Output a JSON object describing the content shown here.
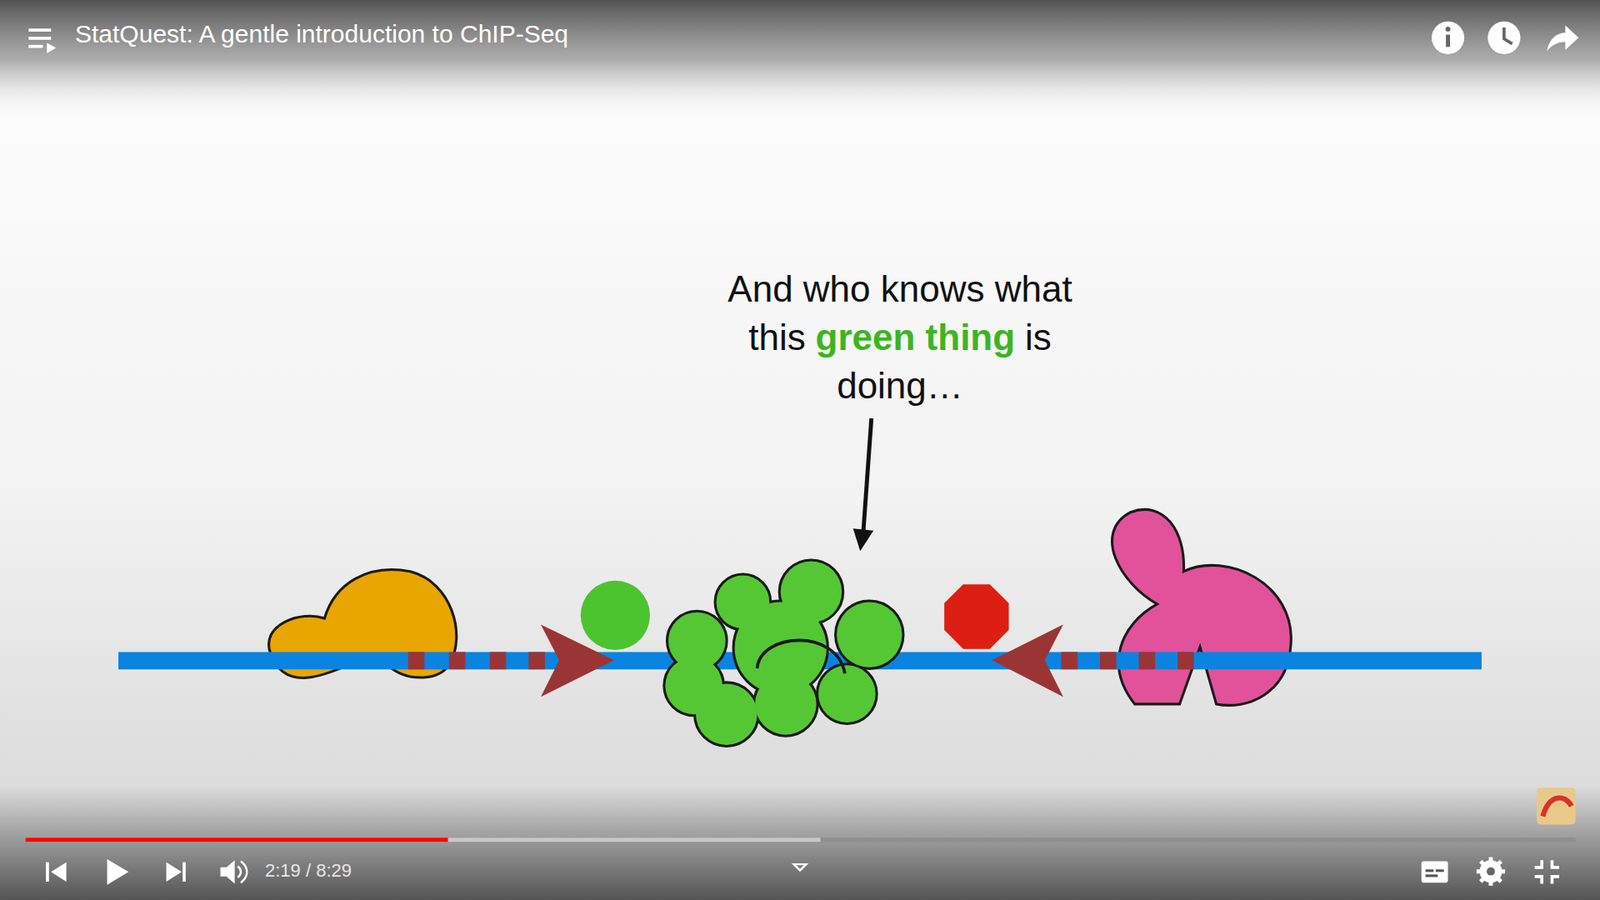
{
  "diagram": {
    "title": "StatQuest: A gentle introduction to ChIP-Seq",
    "labels": [
      "And who knows what this",
      "green thing",
      "is doing…",
      "2:19 / 8:29"
    ]
  }
}
